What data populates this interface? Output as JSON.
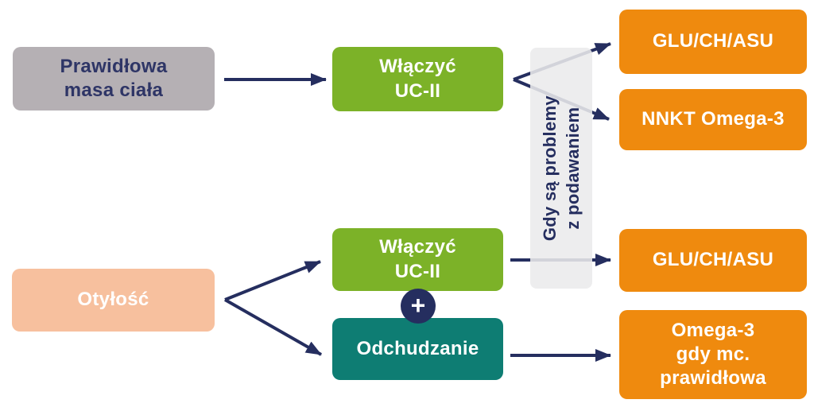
{
  "diagram": {
    "title": "UC-II supplementation decision flowchart",
    "colors": {
      "navy_arrow": "#252e5f",
      "gray_box": "#b5b0b4",
      "green_box": "#7cb228",
      "orange_box": "#ef8a0e",
      "teal_box": "#0e7d73",
      "peach_box": "#f7c09e",
      "condition_bar_bg": "#ebebec",
      "box_text": "#ffffff",
      "gray_box_text": "#2e3566"
    },
    "nodes": {
      "normal_weight": {
        "label": "Prawidłowa\nmasa ciała"
      },
      "include_ucii_top": {
        "label": "Włączyć\nUC-II"
      },
      "glu_ch_asu_top": {
        "label": "GLU/CH/ASU"
      },
      "nnkt_omega3": {
        "label": "NNKT Omega-3"
      },
      "obesity": {
        "label": "Otyłość"
      },
      "include_ucii_bottom": {
        "label": "Włączyć\nUC-II"
      },
      "slimming": {
        "label": "Odchudzanie"
      },
      "glu_ch_asu_bottom": {
        "label": "GLU/CH/ASU"
      },
      "omega3_when_normal": {
        "label": "Omega-3\ngdy mc.\nprawidłowa"
      }
    },
    "condition_bar": {
      "label": "Gdy są problemy\nz podawaniem"
    },
    "plus_badge": "+",
    "edges": [
      {
        "from": "normal_weight",
        "to": "include_ucii_top"
      },
      {
        "from": "include_ucii_top",
        "to": "glu_ch_asu_top"
      },
      {
        "from": "include_ucii_top",
        "to": "nnkt_omega3"
      },
      {
        "from": "obesity",
        "to": "include_ucii_bottom"
      },
      {
        "from": "obesity",
        "to": "slimming"
      },
      {
        "from": "include_ucii_bottom",
        "to": "glu_ch_asu_bottom"
      },
      {
        "from": "slimming",
        "to": "omega3_when_normal"
      }
    ]
  }
}
